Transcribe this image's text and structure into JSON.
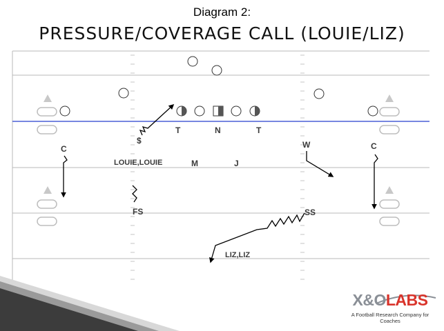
{
  "header": {
    "subtitle": "Diagram 2:",
    "title": "PRESSURE/COVERAGE CALL (LOUIE/LIZ)"
  },
  "players": {
    "offense_labels": [
      "T",
      "N",
      "T"
    ],
    "dollar": "$",
    "corner_left": "C",
    "corner_right": "C",
    "will": "W",
    "mike": "M",
    "jack": "J",
    "free_safety": "FS",
    "strong_safety": "SS"
  },
  "calls": {
    "louie": "LOUIE,LOUIE",
    "liz": "LIZ,LIZ"
  },
  "logo": {
    "brand_xo": "X&O",
    "brand_labs": "LABS",
    "tagline": "A Football Research Company for Coaches"
  },
  "colors": {
    "line_of_scrimmage": "#4a5fd6",
    "yard_lines": "#b8b8b8",
    "markers": "#bdbdbd",
    "logo_red": "#d9342b",
    "logo_gray": "#8a8f96"
  }
}
